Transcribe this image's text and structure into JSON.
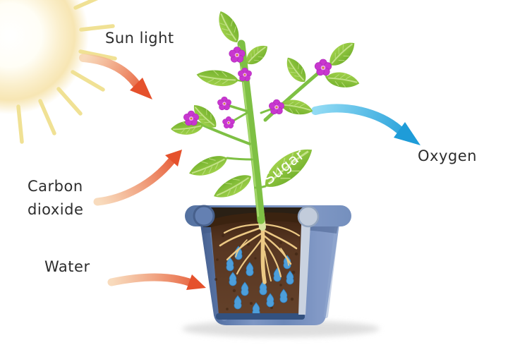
{
  "labels": {
    "sun_light": "Sun light",
    "carbon_dioxide": [
      "Carbon",
      "dioxide"
    ],
    "water": "Water",
    "oxygen": "Oxygen",
    "sugar": "Sugar"
  },
  "elements": {
    "sun": "sun-icon",
    "sunlight_arrow": "curved-arrow-orange",
    "carbon_dioxide_arrow": "curved-arrow-orange",
    "water_arrow": "curved-arrow-orange",
    "oxygen_arrow": "curved-arrow-blue",
    "plant": "flowering-plant-illustration",
    "pot": "plant-pot-cutaway",
    "roots": "root-system",
    "water_drops": "water-droplets"
  },
  "colors": {
    "label_text": "#2d2d2d",
    "arrow_orange": "#E5512C",
    "arrow_orange_light": "#F6CFA7",
    "arrow_blue": "#1E9CD8",
    "arrow_blue_light": "#92DBF4",
    "leaf_green": "#76B32F",
    "leaf_green_light": "#9FD04A",
    "stem_green": "#7EC044",
    "flower_pink": "#C837CF",
    "flower_center": "#EFA7F0",
    "pot_blue": "#6B87B8",
    "pot_blue_dark": "#46608F",
    "pot_blue_light": "#8299C6",
    "pot_inner_edge": "#C9D2E0",
    "soil_brown": "#573621",
    "soil_dark": "#3A2110",
    "root_tan": "#ECC985",
    "water_drop_blue": "#4D9EDA",
    "sun_glow": "#F5E1A6",
    "sun_ray": "#F0E194",
    "sugar_text": "#FFFFFF"
  }
}
